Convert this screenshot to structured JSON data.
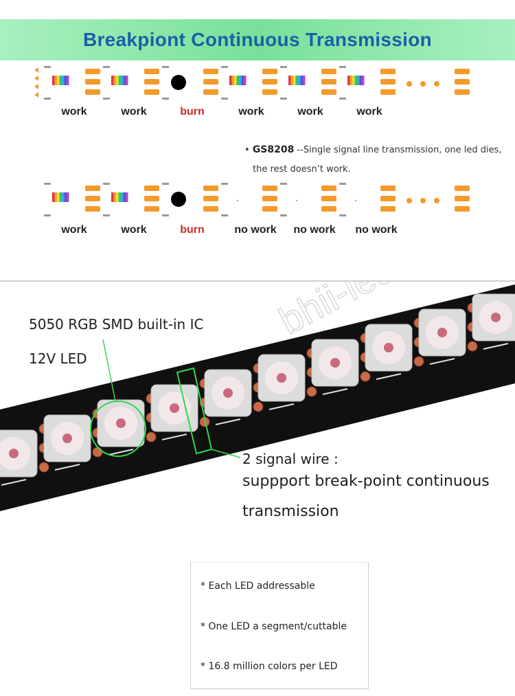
{
  "banner": {
    "title": "Breakpiont Continuous Transmission"
  },
  "diagram_top": {
    "labels": [
      "work",
      "work",
      "burn",
      "work",
      "work",
      "work"
    ]
  },
  "note": {
    "chip": "GS8208",
    "text_line1": " --Single signal line transmission, one led dies,",
    "text_line2": "the rest doesn’t work."
  },
  "diagram_bottom": {
    "labels": [
      "work",
      "work",
      "burn",
      "no work",
      "no work",
      "no work"
    ]
  },
  "photo": {
    "watermark": "bhii-led.com",
    "annotation_ic": "5050 RGB SMD built-in IC",
    "annotation_voltage": "12V LED",
    "annotation_signal": "2 signal wire :",
    "annotation_support_1": "suppport break-point continuous",
    "annotation_support_2": "transmission"
  },
  "features": [
    "* Each LED addressable",
    "* One LED a segment/cuttable",
    "* 16.8 million colors per LED"
  ],
  "colors": {
    "banner_text": "#1a5fa8",
    "burn_label": "#cc2a2a",
    "pad_orange": "#f39a2b",
    "highlight_green": "#2fd84a"
  }
}
